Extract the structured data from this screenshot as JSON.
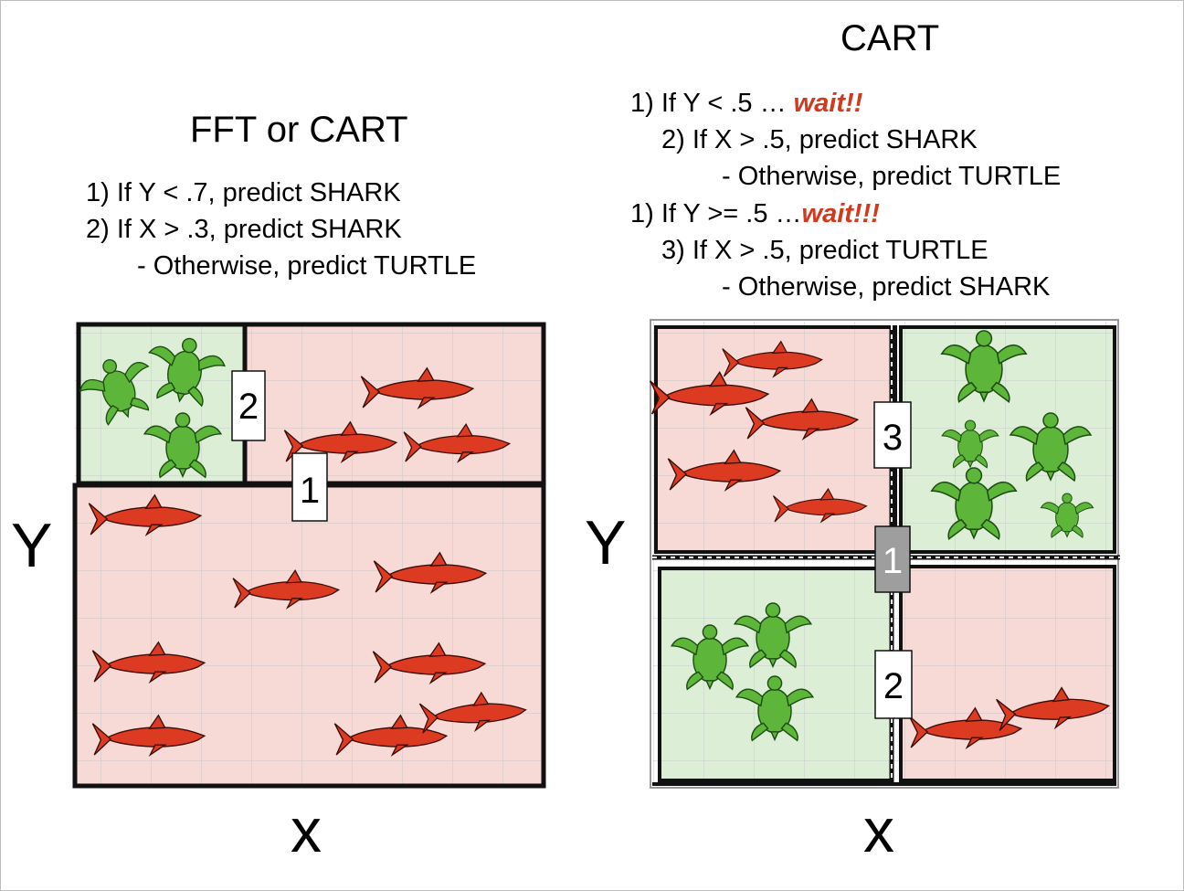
{
  "left": {
    "title": "FFT or CART",
    "rules": [
      "1) If Y < .7, predict SHARK",
      "2) If X > .3, predict SHARK",
      "- Otherwise, predict TURTLE"
    ],
    "y_axis": "Y",
    "x_axis": "x",
    "split_labels": [
      "2",
      "1"
    ]
  },
  "right": {
    "title": "CART",
    "rules": [
      {
        "text": "1) If Y < .5 … ",
        "emphasis": "wait!!"
      },
      {
        "text": "2) If X > .5, predict SHARK",
        "emphasis": ""
      },
      {
        "text": "-  Otherwise, predict TURTLE",
        "emphasis": ""
      },
      {
        "text": "1) If Y >= .5 …",
        "emphasis": "wait!!!"
      },
      {
        "text": "3) If X > .5, predict TURTLE",
        "emphasis": ""
      },
      {
        "text": "-  Otherwise, predict SHARK",
        "emphasis": ""
      }
    ],
    "y_axis": "Y",
    "x_axis": "x",
    "split_labels": [
      "3",
      "1",
      "2"
    ]
  },
  "colors": {
    "shark": "#dd3a22",
    "turtle": "#5db53a",
    "shark_region": "#f7d9d6",
    "turtle_region": "#dcefd6",
    "wait_text": "#d23a1e",
    "split_1_right_fill": "#9e9e9e"
  }
}
